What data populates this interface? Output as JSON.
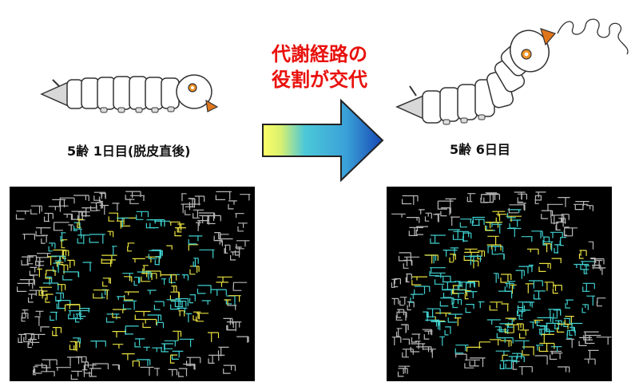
{
  "caption_day1": "5齢 1日目(脱皮直後)",
  "caption_day6": "5齢 6日目",
  "headline_line1": "代謝経路の",
  "headline_line2": "役割が交代",
  "colors": {
    "headline": "#e8100c",
    "arrow_start": "#ffff66",
    "arrow_mid": "#4cc8d8",
    "arrow_end": "#1747b4",
    "silkworm_body": "#ffffff",
    "silkworm_head": "#e0761c",
    "map_background": "#000000",
    "map_yellow": "#e8e040",
    "map_cyan": "#40d0d0",
    "map_gray": "#b8b8b8"
  }
}
